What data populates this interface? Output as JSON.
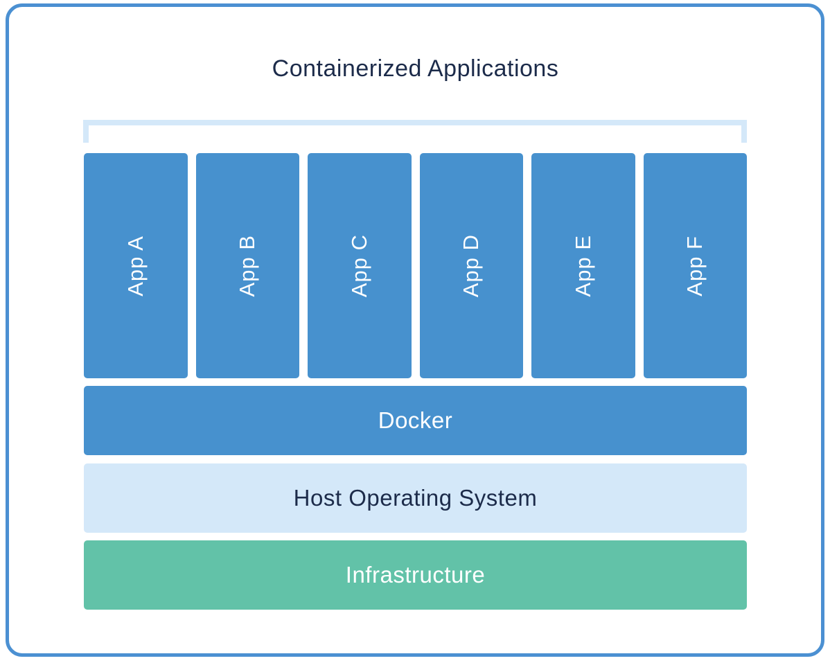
{
  "diagram": {
    "title": "Containerized Applications",
    "apps": [
      {
        "label": "App A"
      },
      {
        "label": "App B"
      },
      {
        "label": "App C"
      },
      {
        "label": "App D"
      },
      {
        "label": "App E"
      },
      {
        "label": "App F"
      }
    ],
    "layers": [
      {
        "id": "docker",
        "label": "Docker"
      },
      {
        "id": "host-os",
        "label": "Host Operating System"
      },
      {
        "id": "infrastructure",
        "label": "Infrastructure"
      }
    ],
    "colors": {
      "frame_border": "#4b90d2",
      "app_blue": "#4791ce",
      "host_light_blue": "#d4e8f9",
      "bracket_light_blue": "#d4e8f9",
      "infrastructure_green": "#62c2a8",
      "dark_navy_text": "#1c2b4a",
      "white_text": "#ffffff"
    }
  }
}
